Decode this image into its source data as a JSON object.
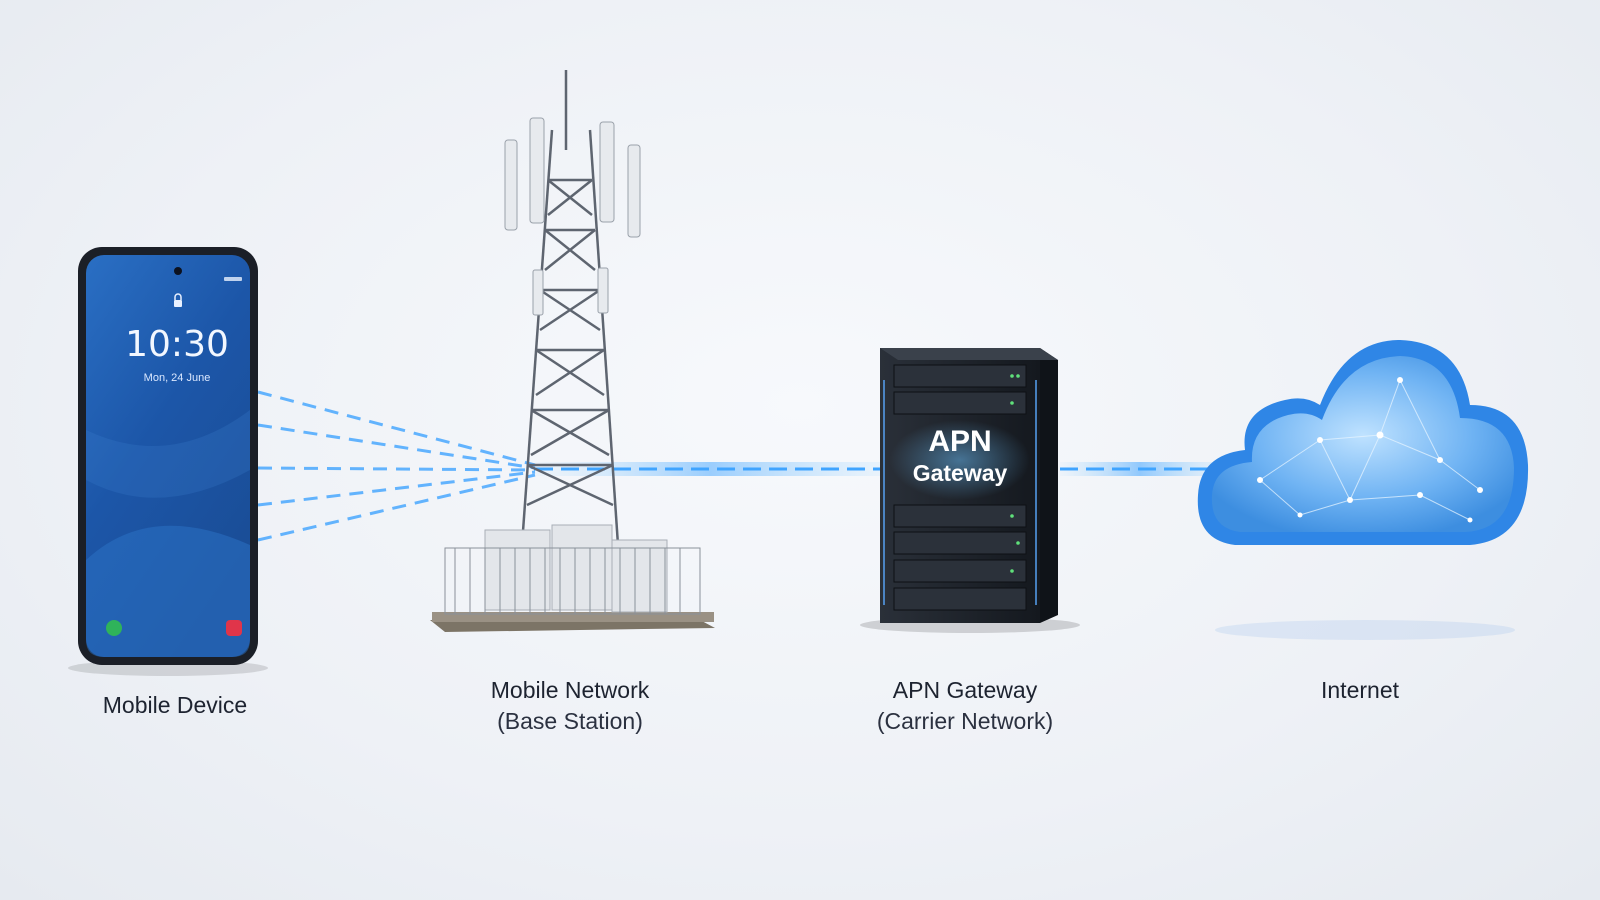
{
  "nodes": {
    "device": {
      "label": "Mobile Device"
    },
    "tower": {
      "label": "Mobile Network",
      "sublabel": "(Base Station)"
    },
    "gateway": {
      "label": "APN Gateway",
      "sublabel": "(Carrier Network)",
      "screen_title": "APN",
      "screen_subtitle": "Gateway"
    },
    "internet": {
      "label": "Internet"
    }
  },
  "phone": {
    "time": "10:30",
    "date": "Mon, 24 June"
  },
  "colors": {
    "beam": "#4aa8ff",
    "phone_screen": "#1f5fb0",
    "cloud": "#2f86e6",
    "server": "#1c2129",
    "text": "#1d2330"
  }
}
